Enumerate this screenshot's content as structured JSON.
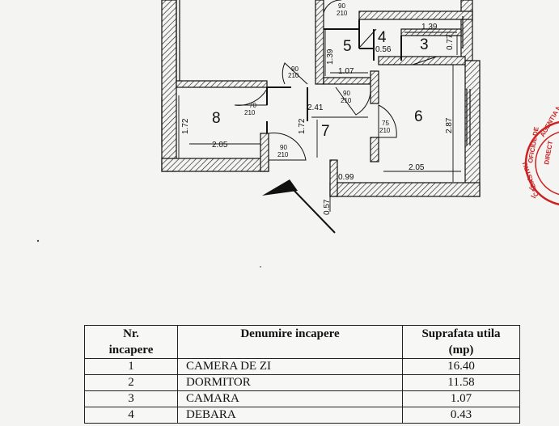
{
  "plan": {
    "rooms": [
      {
        "id": "3",
        "label": "3"
      },
      {
        "id": "4",
        "label": "4"
      },
      {
        "id": "5",
        "label": "5"
      },
      {
        "id": "6",
        "label": "6"
      },
      {
        "id": "7",
        "label": "7"
      },
      {
        "id": "8",
        "label": "8"
      }
    ],
    "dimensions": {
      "d139_top": "1.39",
      "d077": "0.77",
      "d056": "0.56",
      "d139_vert": "1.39",
      "d107": "1.07",
      "d241": "2.41",
      "d172_left": "1.72",
      "d205_left": "2.05",
      "d172_mid": "1.72",
      "d287": "2.87",
      "d205_right": "2.05",
      "d099": "0.99",
      "d057": "0.57"
    },
    "doors": [
      {
        "w": "90",
        "h": "210"
      },
      {
        "w": "90",
        "h": "210"
      },
      {
        "w": "90",
        "h": "210"
      },
      {
        "w": "70",
        "h": "210"
      },
      {
        "w": "75",
        "h": "210"
      },
      {
        "w": "90",
        "h": "210"
      }
    ]
  },
  "table": {
    "headers": {
      "nr_line1": "Nr.",
      "nr_line2": "incapere",
      "name": "Denumire incapere",
      "area_line1": "Suprafata utila",
      "area_line2": "(mp)"
    },
    "rows": [
      {
        "nr": "1",
        "name": "CAMERA DE ZI",
        "area": "16.40"
      },
      {
        "nr": "2",
        "name": "DORMITOR",
        "area": "11.58"
      },
      {
        "nr": "3",
        "name": "CAMARA",
        "area": "1.07"
      },
      {
        "nr": "4",
        "name": "DEBARA",
        "area": "0.43"
      }
    ]
  },
  "stamp": {
    "text": "AGENTIA N... OFICIUL DE ... DIRECT... CADASTRU",
    "color": "#cc2222"
  }
}
